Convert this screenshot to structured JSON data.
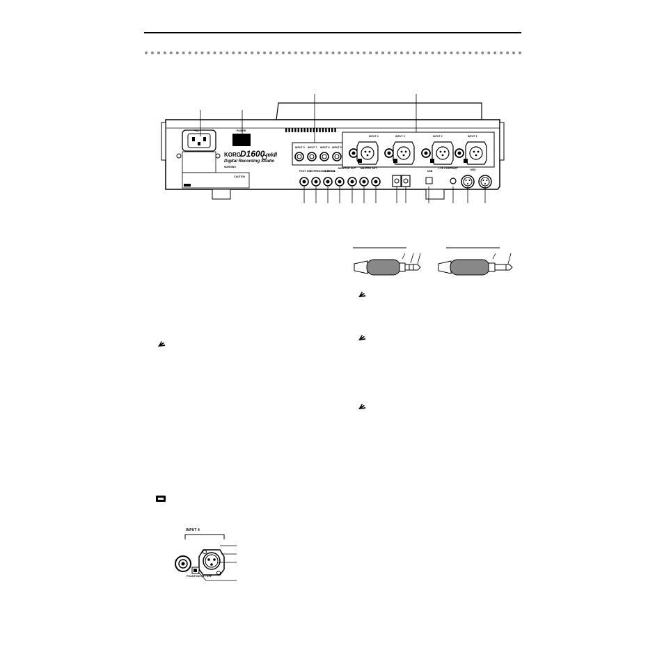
{
  "page": {
    "brand": {
      "maker": "KORG",
      "model": "D1600",
      "model_suffix": "mkII",
      "subtitle": "Digital Recording Studio"
    },
    "panel_labels": {
      "ac": "~AC",
      "power": "POWER",
      "input8": "INPUT 8",
      "input7": "INPUT 7",
      "input6": "INPUT 6",
      "input5": "INPUT 5",
      "input4": "INPUT 4",
      "input3": "INPUT 3",
      "input2": "INPUT 2",
      "input1": "INPUT 1",
      "foot_sw": "FOOT SW",
      "expression": "EXPRESSION PEDAL",
      "sub_out": "SUB OUT",
      "monitor_out": "MONITOR OUT",
      "master_out": "MASTER OUT",
      "warning": "WARNING",
      "caution": "CAUTION",
      "phantom": "PHANTOM",
      "lcd_contrast": "LCD CONTRAST",
      "usb": "USB",
      "midi": "MIDI"
    },
    "detail_label": "INPUT 4",
    "detail_switch": "PHANTOM ON / OFF",
    "notes": {
      "note_icon": "note-badge-icon"
    }
  }
}
